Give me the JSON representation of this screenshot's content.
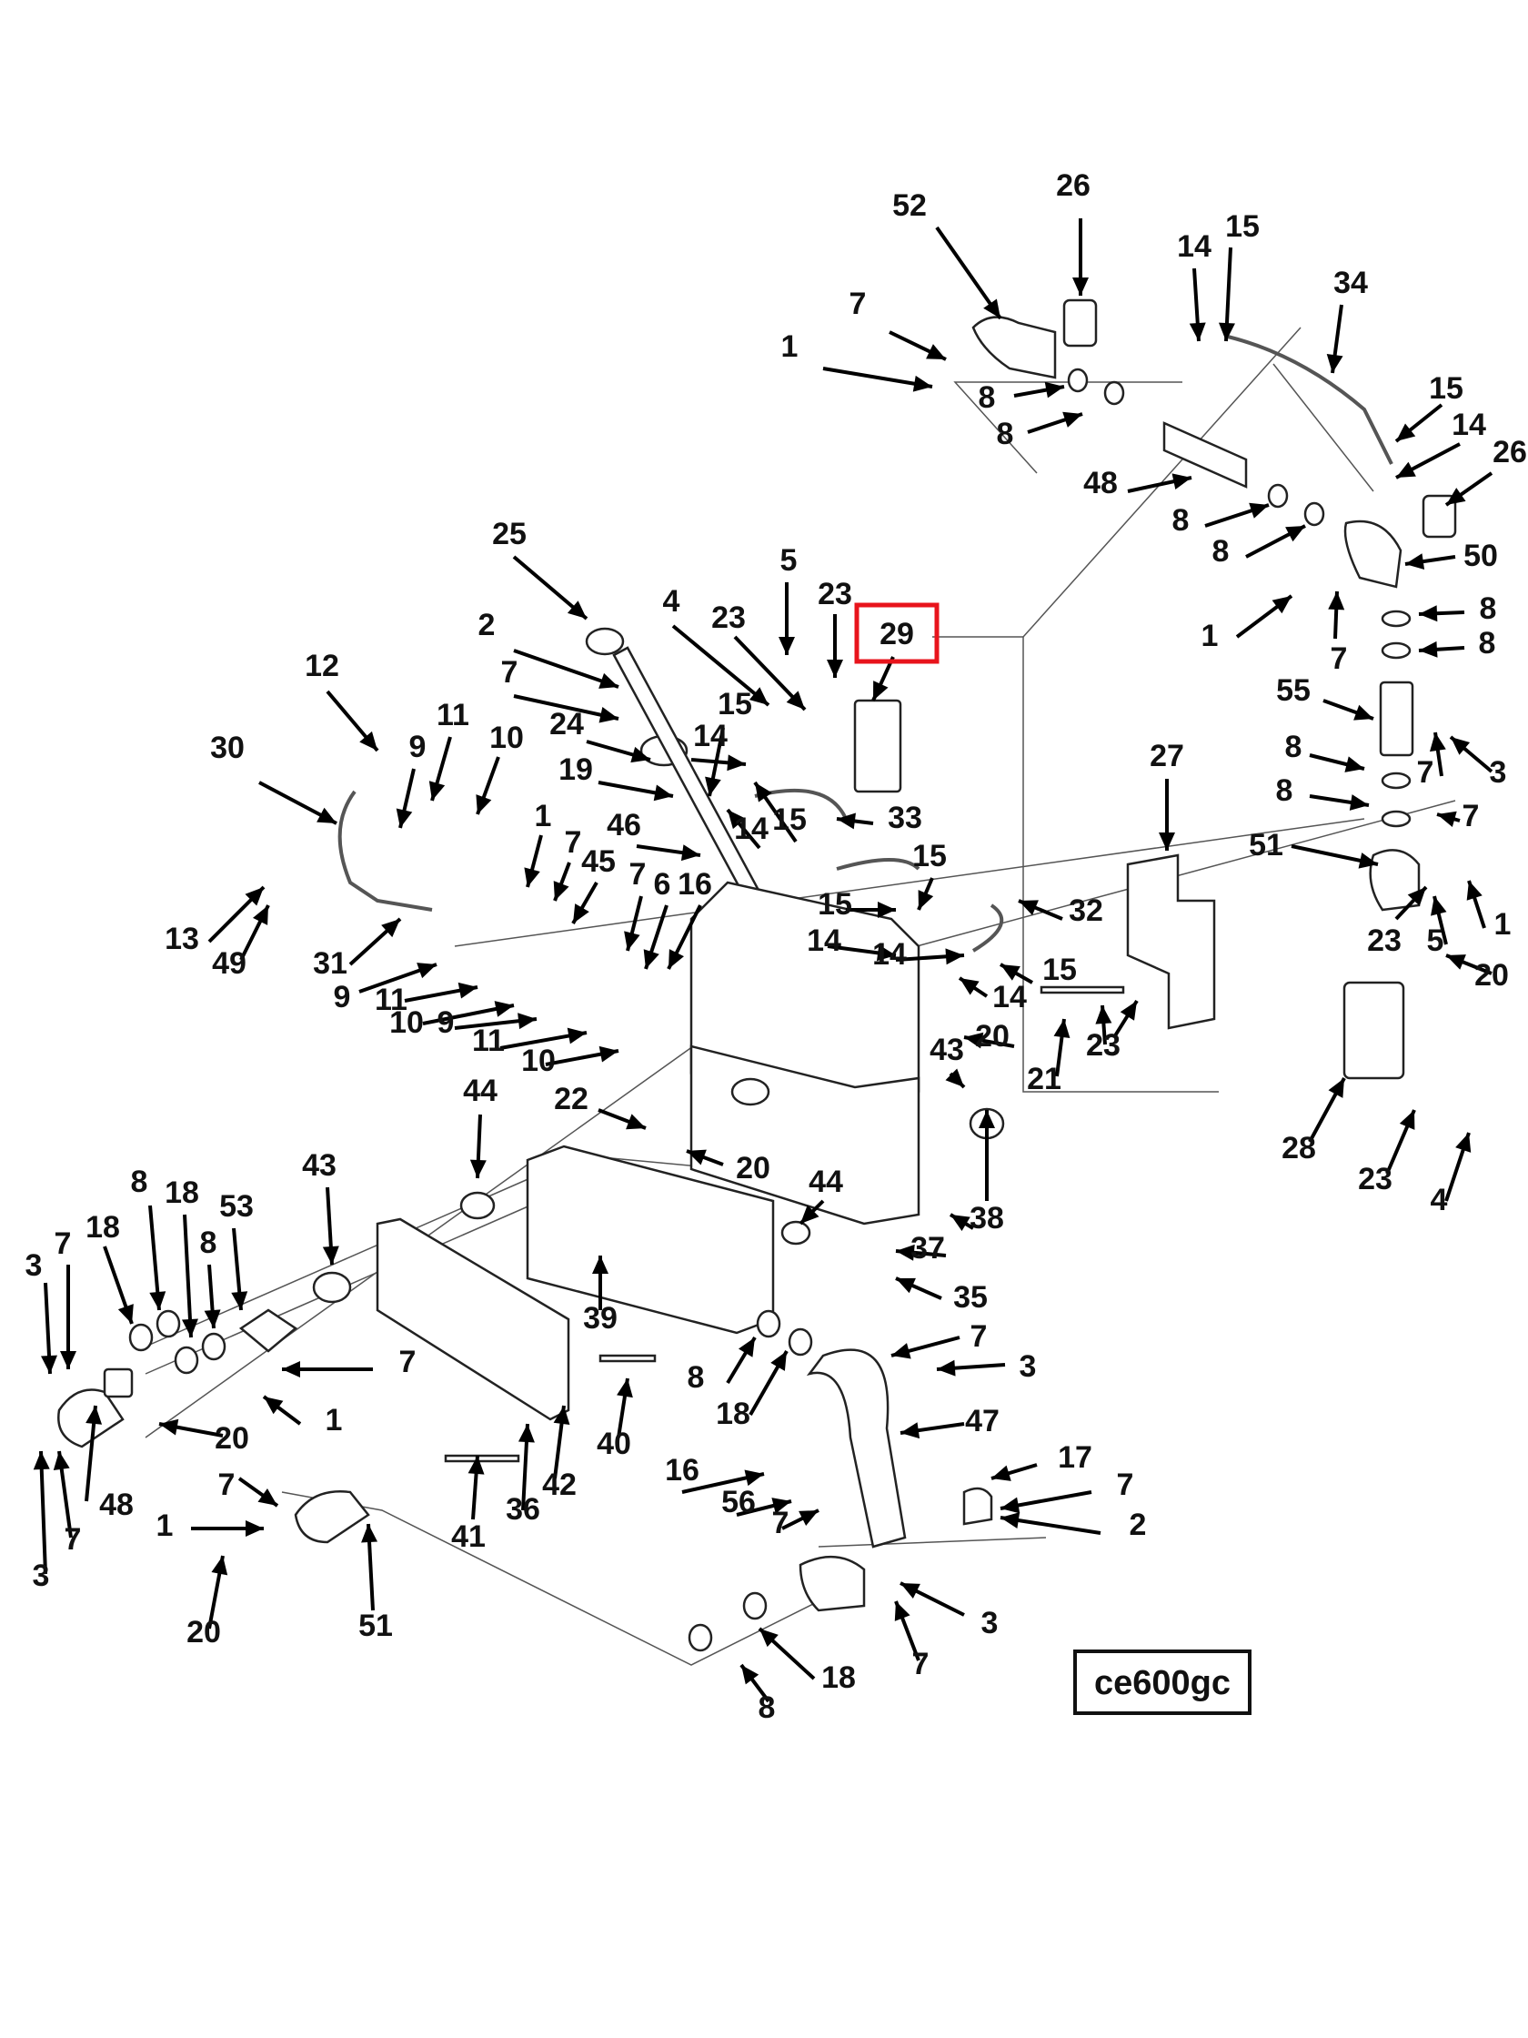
{
  "diagram": {
    "code_label": "ce600gc",
    "highlight_color": "#e8141c",
    "highlighted_label": "29",
    "callouts": [
      "52",
      "26",
      "7",
      "1",
      "8",
      "8",
      "14",
      "15",
      "34",
      "15",
      "14",
      "26",
      "48",
      "8",
      "8",
      "50",
      "1",
      "7",
      "8",
      "8",
      "55",
      "8",
      "3",
      "7",
      "8",
      "7",
      "51",
      "1",
      "23",
      "5",
      "20",
      "27",
      "28",
      "23",
      "23",
      "4",
      "25",
      "2",
      "7",
      "24",
      "19",
      "4",
      "23",
      "5",
      "23",
      "29",
      "15",
      "14",
      "14",
      "15",
      "33",
      "46",
      "1",
      "7",
      "45",
      "7",
      "6",
      "16",
      "15",
      "15",
      "14",
      "14",
      "32",
      "15",
      "14",
      "20",
      "21",
      "23",
      "43",
      "12",
      "30",
      "9",
      "11",
      "10",
      "13",
      "49",
      "31",
      "9",
      "11",
      "10",
      "9",
      "11",
      "10",
      "22",
      "20",
      "44",
      "44",
      "43",
      "38",
      "37",
      "35",
      "39",
      "8",
      "18",
      "53",
      "18",
      "8",
      "7",
      "3",
      "7",
      "1",
      "20",
      "48",
      "7",
      "3",
      "7",
      "1",
      "20",
      "51",
      "41",
      "36",
      "42",
      "40",
      "8",
      "18",
      "7",
      "3",
      "47",
      "16",
      "56",
      "7",
      "17",
      "7",
      "2",
      "3",
      "7",
      "18",
      "8"
    ]
  }
}
